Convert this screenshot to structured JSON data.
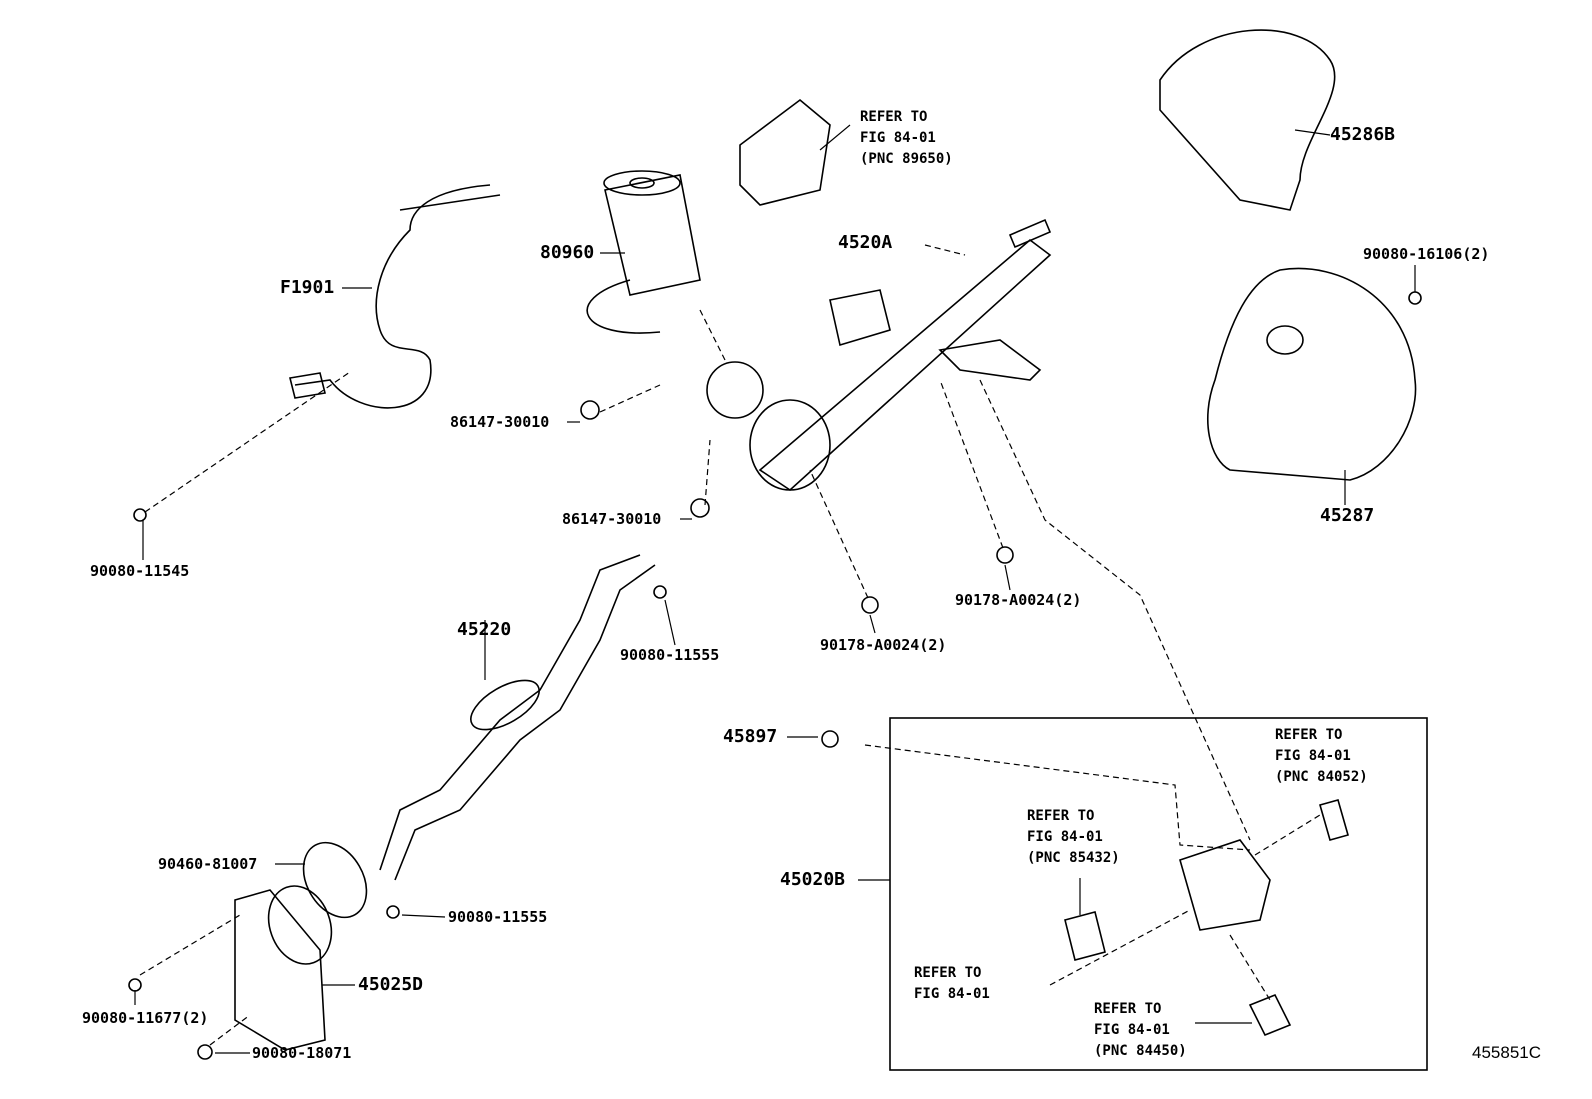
{
  "diagram": {
    "figure_code": "455851C",
    "parts": {
      "p45286B": "45286B",
      "p4520A": "4520A",
      "p80960": "80960",
      "pF1901": "F1901",
      "p90080_16106": "90080-16106(2)",
      "p86147_a": "86147-30010",
      "p86147_b": "86147-30010",
      "p45287": "45287",
      "p90080_11545": "90080-11545",
      "p90178_a": "90178-A0024(2)",
      "p90178_b": "90178-A0024(2)",
      "p45220": "45220",
      "p90080_11555_a": "90080-11555",
      "p45897": "45897",
      "p90460_81007": "90460-81007",
      "p45020B": "45020B",
      "p90080_11555_b": "90080-11555",
      "p45025D": "45025D",
      "p90080_11677": "90080-11677(2)",
      "p90080_18071": "90080-18071"
    },
    "refs": {
      "r89650": {
        "l1": "REFER TO",
        "l2": "FIG 84-01",
        "l3": "(PNC 89650)"
      },
      "r84052": {
        "l1": "REFER TO",
        "l2": "FIG 84-01",
        "l3": "(PNC 84052)"
      },
      "r85432": {
        "l1": "REFER TO",
        "l2": "FIG 84-01",
        "l3": "(PNC 85432)"
      },
      "r_plain": {
        "l1": "REFER TO",
        "l2": "FIG 84-01"
      },
      "r84450": {
        "l1": "REFER TO",
        "l2": "FIG 84-01",
        "l3": "(PNC 84450)"
      }
    }
  }
}
